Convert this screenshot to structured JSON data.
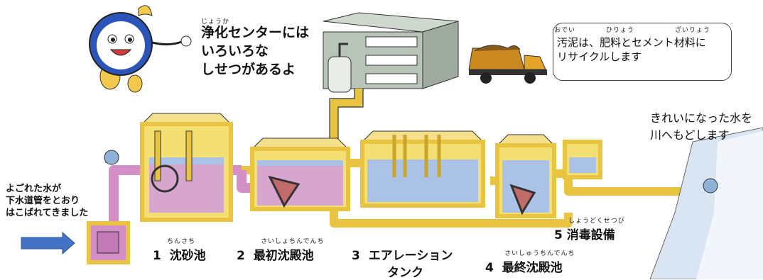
{
  "intro": {
    "ruby": "じょうか",
    "lines": [
      "浄化センターには",
      "いろいろな",
      "しせつがあるよ"
    ]
  },
  "bubble": {
    "ruby": [
      "おでい",
      "ひりょう",
      "ざいりょう"
    ],
    "lines": [
      "汚泥は、肥料とセメント材料に",
      "リサイクルします"
    ]
  },
  "left_note": {
    "lines": [
      "よごれた水が",
      "下水道管をとおり",
      "はこばれてきました"
    ]
  },
  "right_note": {
    "lines": [
      "きれいになった水を",
      "川へもどします"
    ]
  },
  "stages": [
    {
      "num": "1",
      "name": "沈砂池",
      "ruby": "ちんさち"
    },
    {
      "num": "2",
      "name": "最初沈殿池",
      "ruby": "さいしょちんでんち"
    },
    {
      "num": "3",
      "name": "エアレーション",
      "name2": "タンク"
    },
    {
      "num": "4",
      "name": "最終沈殿池",
      "ruby": "さいしゅうちんでんち"
    },
    {
      "num": "5",
      "name": "消毒設備",
      "ruby": "しょうどくせつび"
    }
  ],
  "colors": {
    "pipe_dirty": "#d48fc7",
    "pipe_clean": "#e8c440",
    "water": "#a9c2e6",
    "arrow": "#4472c4"
  }
}
